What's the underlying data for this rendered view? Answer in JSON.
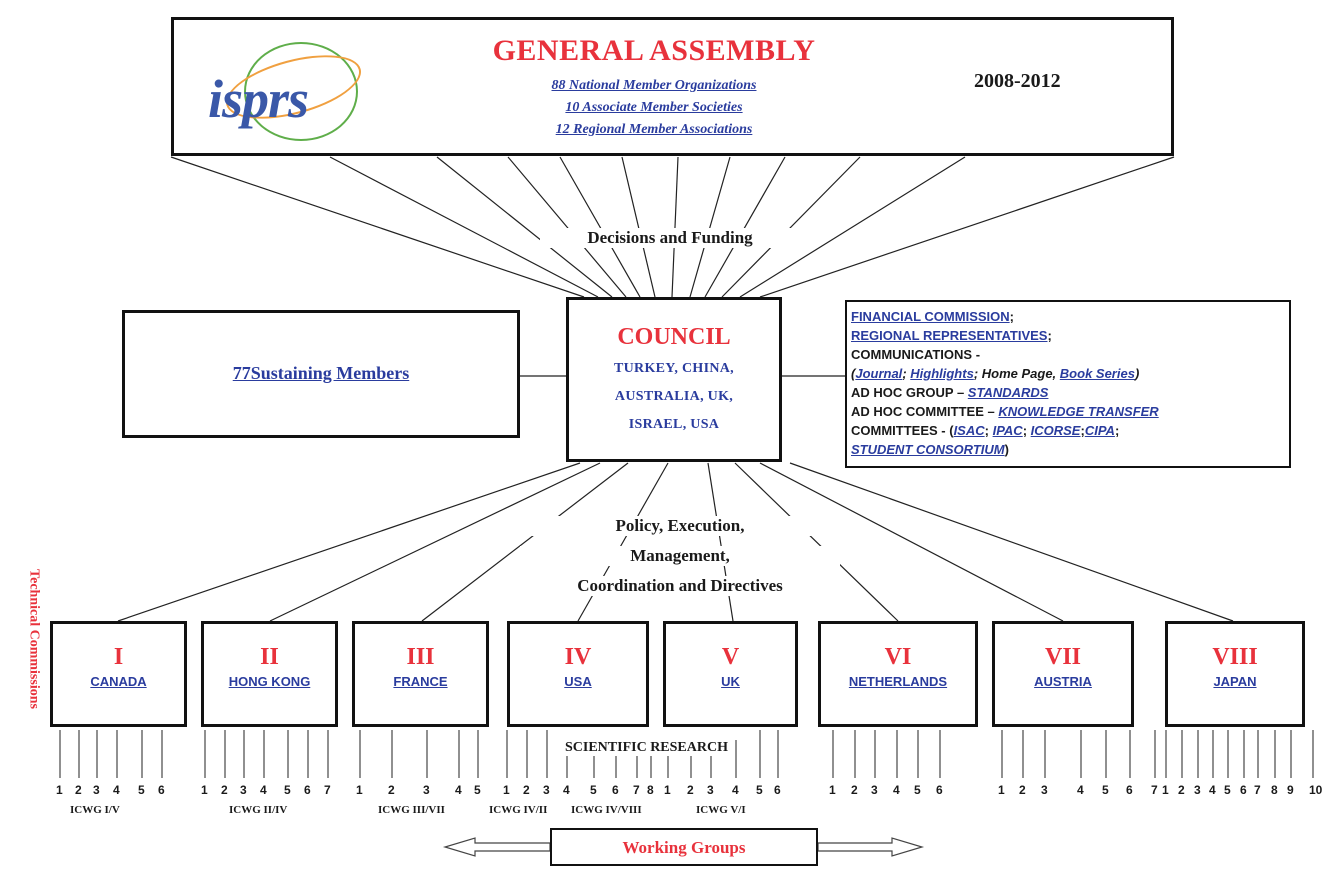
{
  "general_assembly": {
    "title": "GENERAL ASSEMBLY",
    "lines": [
      "88 National Member Organizations",
      "10 Associate Member Societies",
      "12 Regional Member Associations"
    ],
    "period": "2008-2012",
    "logo_text": "isprs"
  },
  "decisions_label": "Decisions and Funding",
  "council": {
    "title": "COUNCIL",
    "lines": [
      "TURKEY, CHINA,",
      "AUSTRALIA, UK,",
      "ISRAEL, USA"
    ]
  },
  "sustaining": {
    "label": "77Sustaining Members"
  },
  "right_box": {
    "financial": "FINANCIAL COMMISSION",
    "regional": "REGIONAL REPRESENTATIVES",
    "communications": "COMMUNICATIONS -",
    "journal": "Journal",
    "highlights": "Highlights",
    "home_page": "; Home Page,",
    "book_series": "Book Series",
    "adhoc_group": "AD HOC GROUP",
    "standards": "STANDARDS",
    "adhoc_committee": "AD HOC COMMITTEE",
    "knowledge": "KNOWLEDGE TRANSFER",
    "committees": "COMMITTEES -",
    "isac": "ISAC",
    "ipac": "IPAC",
    "icorse": "ICORSE",
    "cipa": "CIPA",
    "student": "STUDENT CONSORTIUM"
  },
  "policy_lines": [
    "Policy, Execution,",
    "Management,",
    "Coordination and Directives"
  ],
  "technical_label": "Technical Commissions",
  "commissions": [
    {
      "num": "I",
      "country": "CANADA",
      "wg": [
        "1",
        "2",
        "3",
        "4",
        "5",
        "6"
      ]
    },
    {
      "num": "II",
      "country": "HONG KONG",
      "wg": [
        "1",
        "2",
        "3",
        "4",
        "5",
        "6",
        "7"
      ]
    },
    {
      "num": "III",
      "country": "FRANCE",
      "wg": [
        "1",
        "2",
        "3",
        "4",
        "5"
      ]
    },
    {
      "num": "IV",
      "country": "USA",
      "wg": [
        "1",
        "2",
        "3",
        "4",
        "5",
        "6",
        "7",
        "8"
      ]
    },
    {
      "num": "V",
      "country": "UK",
      "wg": [
        "1",
        "2",
        "3",
        "4",
        "5",
        "6"
      ]
    },
    {
      "num": "VI",
      "country": "NETHERLANDS",
      "wg": [
        "1",
        "2",
        "3",
        "4",
        "5",
        "6"
      ]
    },
    {
      "num": "VII",
      "country": "AUSTRIA",
      "wg": [
        "1",
        "2",
        "3",
        "4",
        "5",
        "6",
        "7"
      ]
    },
    {
      "num": "VIII",
      "country": "JAPAN",
      "wg": [
        "1",
        "2",
        "3",
        "4",
        "5",
        "6",
        "7",
        "8",
        "9",
        "10"
      ]
    }
  ],
  "icwg": [
    "ICWG I/V",
    "ICWG II/IV",
    "ICWG III/VII",
    "ICWG IV/II",
    "ICWG IV/VIII",
    "ICWG V/I"
  ],
  "scientific_research": "SCIENTIFIC RESEARCH",
  "working_groups": "Working Groups"
}
